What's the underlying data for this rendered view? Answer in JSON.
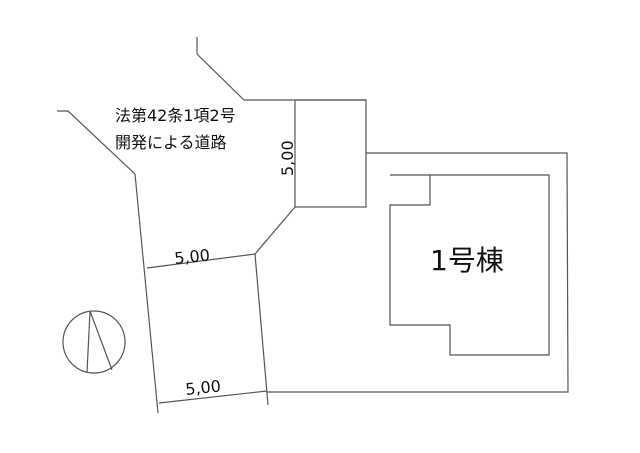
{
  "road_label": {
    "line1": "法第42条1項2号",
    "line2": "開発による道路"
  },
  "dimensions": {
    "road_width_vertical": "5,00",
    "road_width_middle": "5,00",
    "road_width_bottom": "5,00"
  },
  "building": {
    "label": "1号棟"
  },
  "compass": {
    "icon": "north-arrow-icon"
  },
  "colors": {
    "line": "#555555",
    "text": "#111111"
  }
}
